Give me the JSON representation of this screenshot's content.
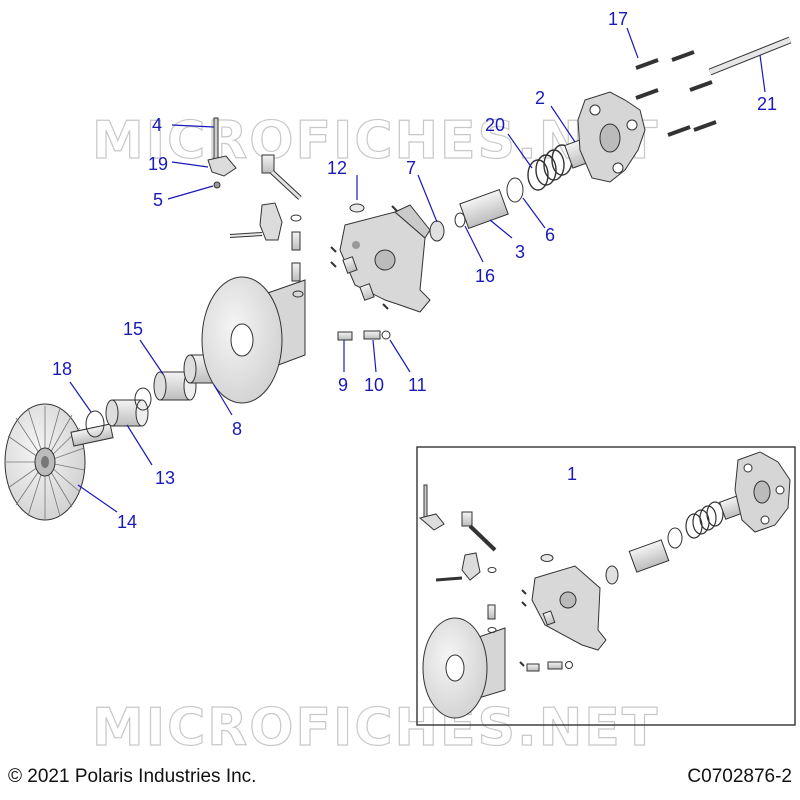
{
  "watermark": "MICROFICHES.NET",
  "copyright": "© 2021 Polaris Industries Inc.",
  "drawing_number": "C0702876-2",
  "callouts": {
    "c1": "1",
    "c2": "2",
    "c3": "3",
    "c4": "4",
    "c5": "5",
    "c6": "6",
    "c7": "7",
    "c8": "8",
    "c9": "9",
    "c10": "10",
    "c11": "11",
    "c12": "12",
    "c13": "13",
    "c14": "14",
    "c15": "15",
    "c16": "16",
    "c17": "17",
    "c18": "18",
    "c19": "19",
    "c20": "20",
    "c21": "21"
  },
  "colors": {
    "callout": "#1a1ab8",
    "part_fill": "#e9e9e9",
    "line": "#333333"
  }
}
